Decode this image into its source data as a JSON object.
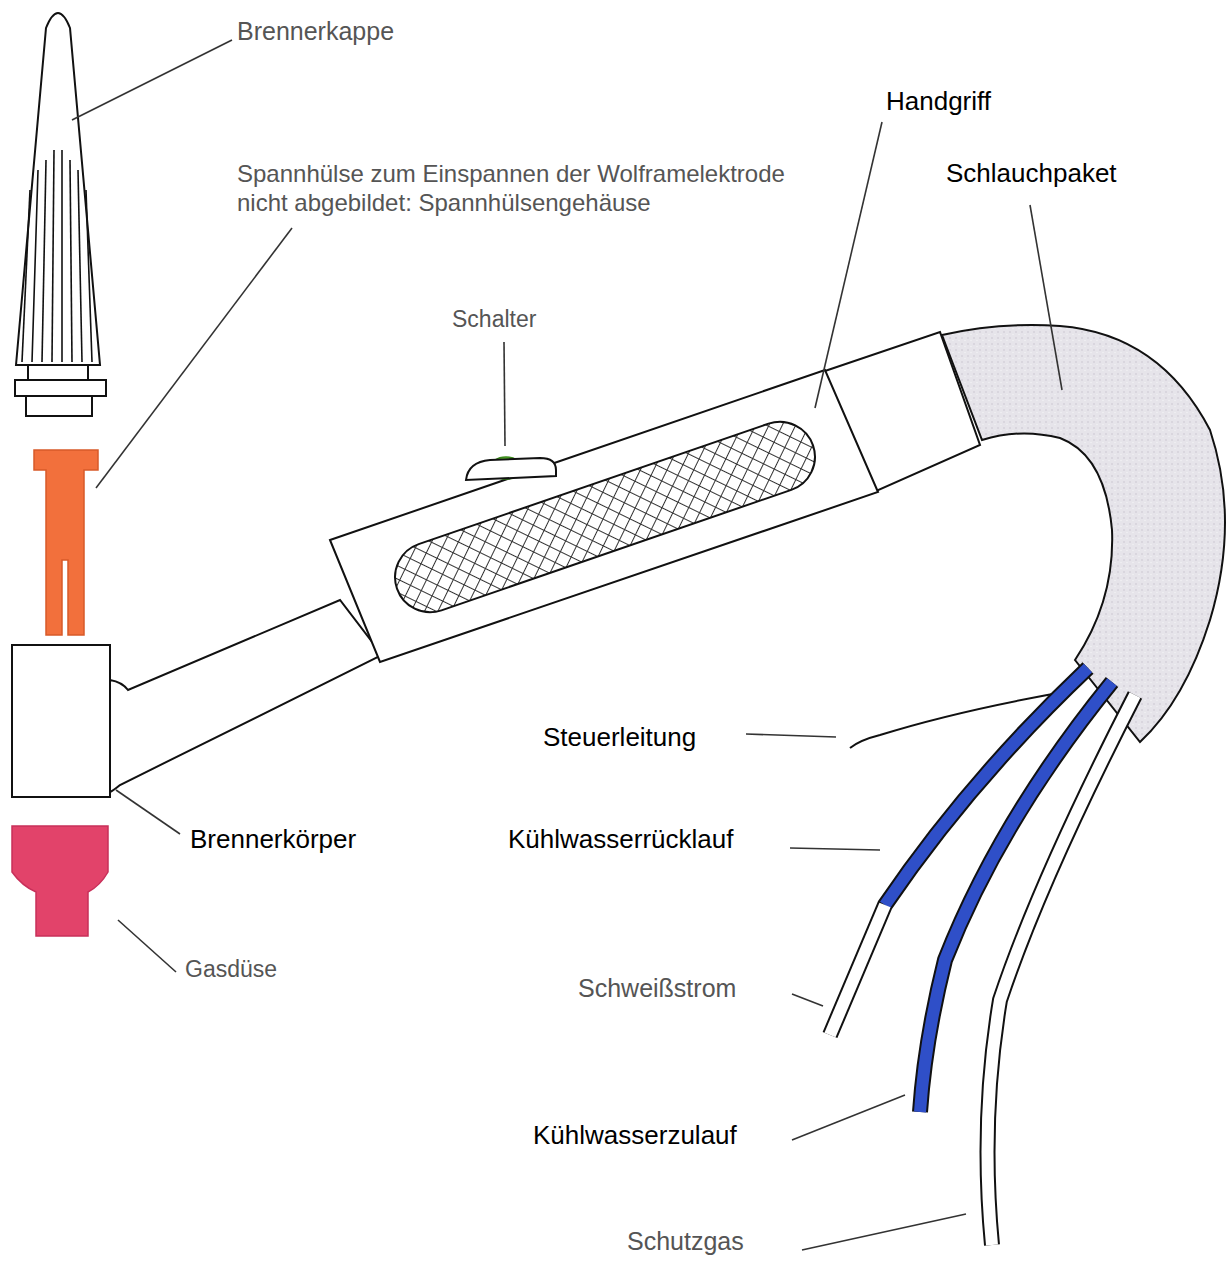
{
  "diagram": {
    "labels": [
      "Brennerkappe",
      "Spannhülse zum Einspannen der Wolframelektrode nicht abgebildet: Spannhülsengehäuse",
      "Schalter",
      "Handgriff",
      "Schlauchpaket",
      "Steuerleitung",
      "Brennerkörper",
      "Kühlwasserrücklauf",
      "Gasdüse",
      "Schweißstrom",
      "Kühlwasserzulauf",
      "Schutzgas"
    ]
  }
}
